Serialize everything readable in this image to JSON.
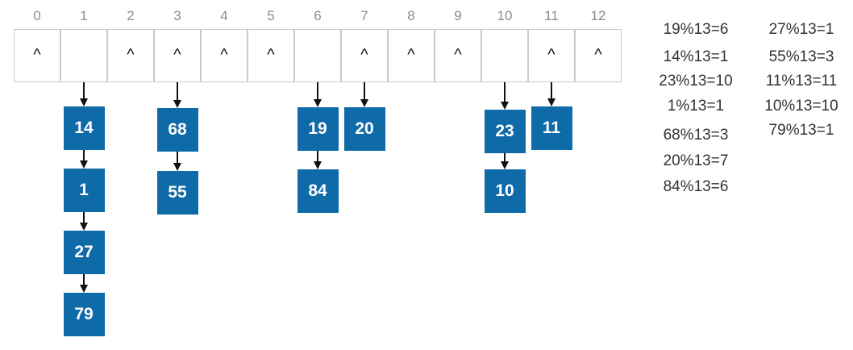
{
  "indices": [
    "0",
    "1",
    "2",
    "3",
    "4",
    "5",
    "6",
    "7",
    "8",
    "9",
    "10",
    "11",
    "12"
  ],
  "empty_marker": "^",
  "empty_slots": [
    0,
    2,
    3,
    4,
    5,
    7,
    8,
    9,
    11,
    12
  ],
  "chains": [
    {
      "slot": 1,
      "values": [
        "14",
        "1",
        "27",
        "79"
      ]
    },
    {
      "slot": 3,
      "values": [
        "68",
        "55"
      ]
    },
    {
      "slot": 6,
      "values": [
        "19",
        "84"
      ]
    },
    {
      "slot": 7,
      "values": [
        "20"
      ]
    },
    {
      "slot": 10,
      "values": [
        "23",
        "10"
      ]
    },
    {
      "slot": 11,
      "values": [
        "11"
      ]
    }
  ],
  "equations_col1": [
    "19%13=6",
    "14%13=1",
    "23%13=10",
    "1%13=1",
    "68%13=3",
    "20%13=7",
    "84%13=6"
  ],
  "equations_col2": [
    "27%13=1",
    "55%13=3",
    "11%13=11",
    "10%13=10",
    "79%13=1"
  ],
  "colors": {
    "node": "#0f6aa8",
    "border": "#c9c9c9",
    "arrow": "#111111"
  }
}
